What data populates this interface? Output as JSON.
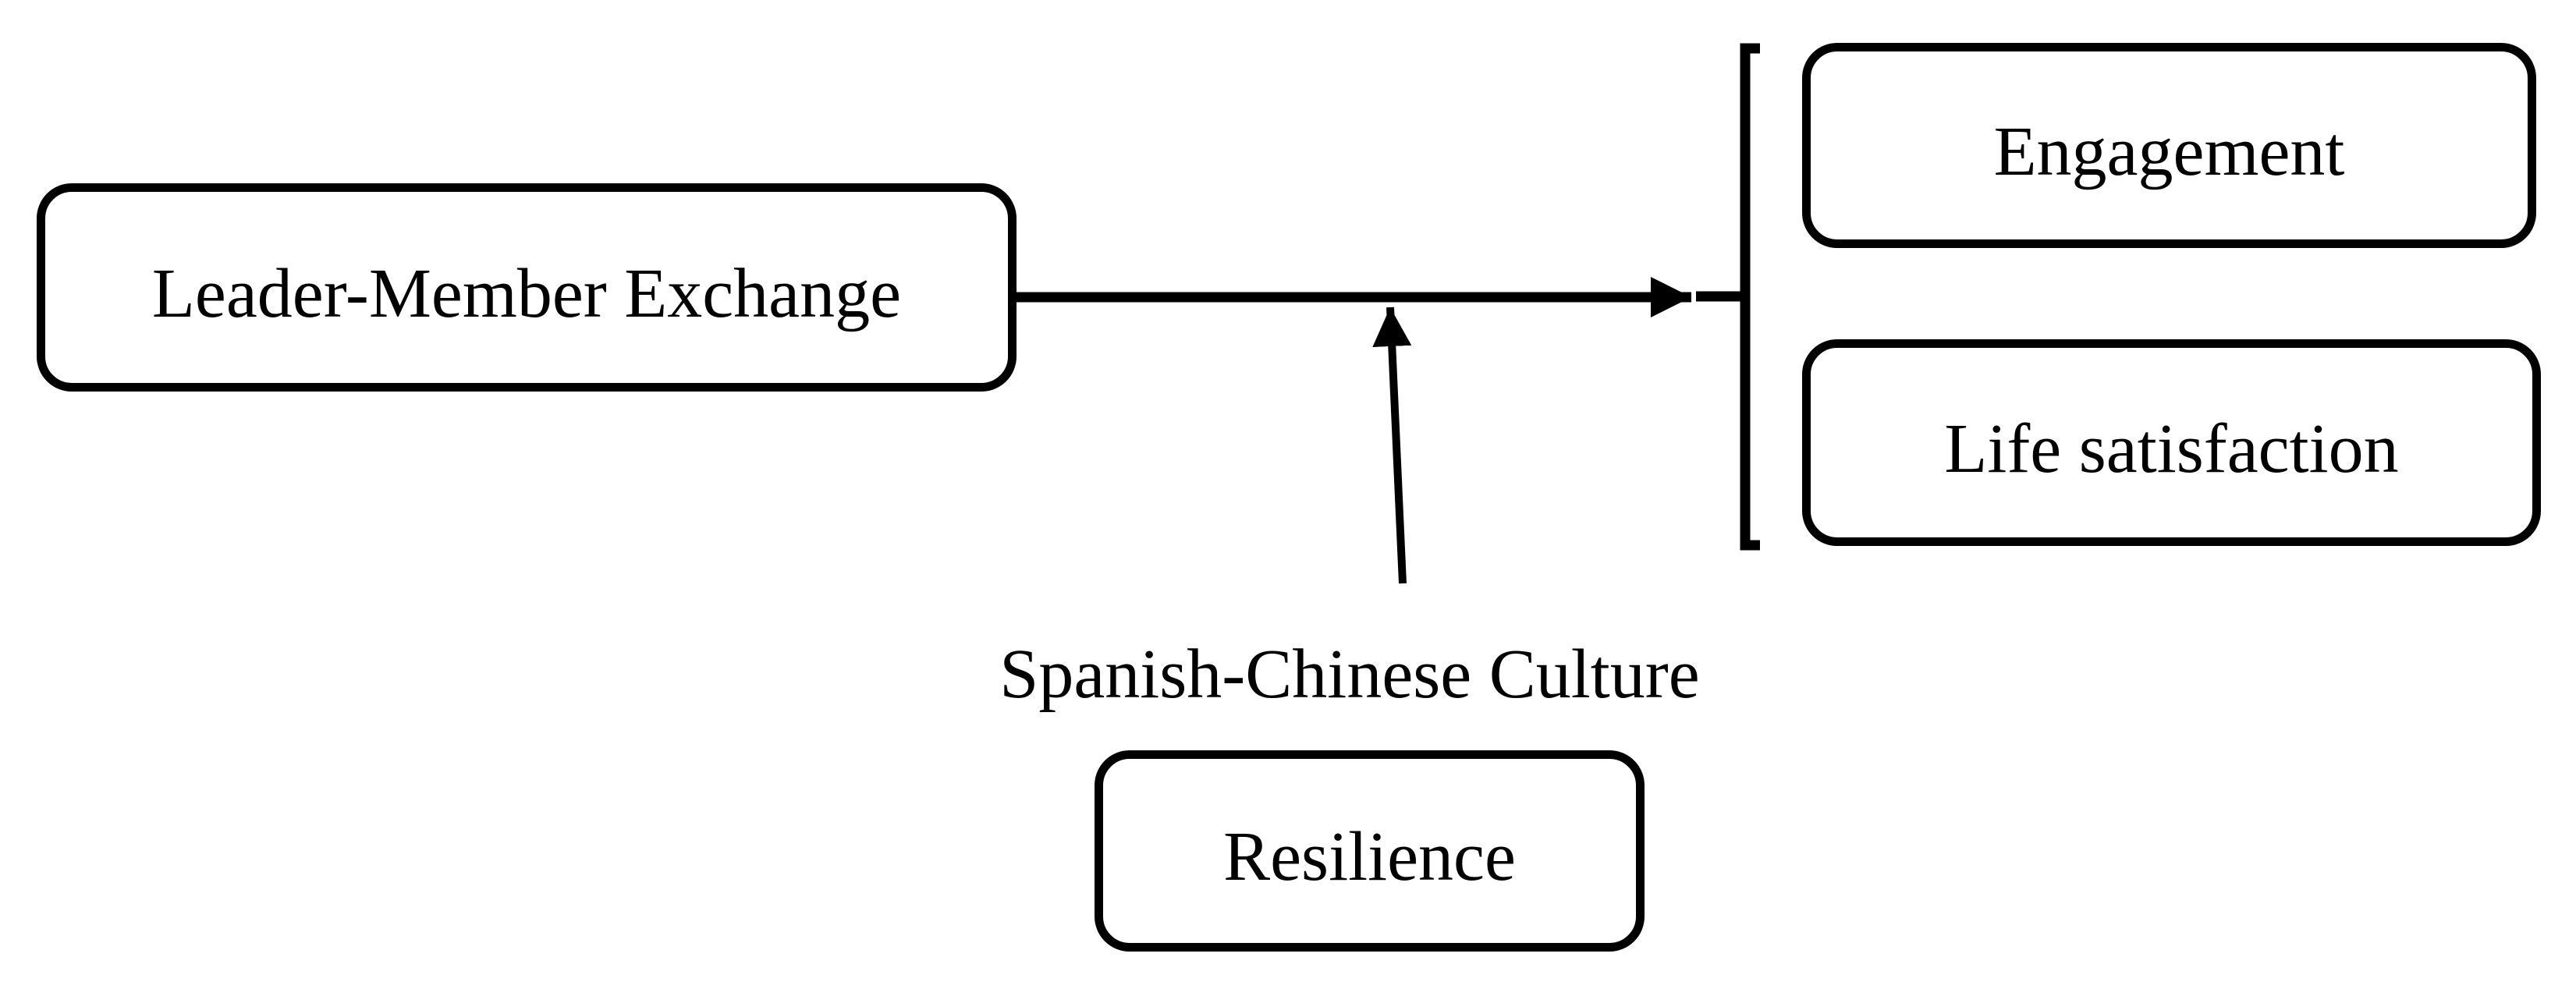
{
  "diagram": {
    "background_color": "#ffffff",
    "stroke_color": "#000000",
    "nodes": {
      "lmx": {
        "label": "Leader-Member Exchange",
        "role": "independent-variable"
      },
      "engagement": {
        "label": "Engagement",
        "role": "outcome"
      },
      "life_satisfaction": {
        "label": "Life satisfaction",
        "role": "outcome"
      },
      "resilience": {
        "label": "Resilience",
        "role": "moderator-variable"
      }
    },
    "moderator_label": "Spanish-Chinese Culture",
    "edges": [
      {
        "from": "lmx",
        "to": "outcomes-bracket",
        "type": "direct-arrow"
      },
      {
        "from": "resilience",
        "to": "direct-arrow",
        "type": "moderation-arrow",
        "annotation": "Spanish-Chinese Culture"
      }
    ]
  }
}
